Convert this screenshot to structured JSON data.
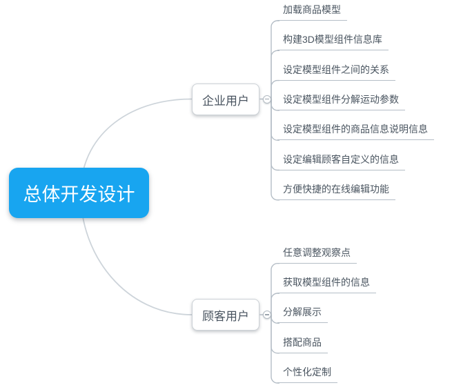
{
  "root": {
    "label": "总体开发设计"
  },
  "branches": [
    {
      "label": "企业用户",
      "toggle": "collapsed-minus",
      "children": [
        "加载商品模型",
        "构建3D模型组件信息库",
        "设定模型组件之间的关系",
        "设定模型组件分解运动参数",
        "设定模型组件的商品信息说明信息",
        "设定编辑顾客自定义的信息",
        "方便快捷的在线编辑功能"
      ]
    },
    {
      "label": "顾客用户",
      "toggle": "collapsed-minus",
      "children": [
        "任意调整观察点",
        "获取模型组件的信息",
        "分解展示",
        "搭配商品",
        "个性化定制"
      ]
    }
  ],
  "colors": {
    "root_bg": "#18a5f0",
    "root_text": "#ffffff",
    "node_bg": "#ffffff",
    "node_border": "#ccd1d6",
    "node_text": "#48535f",
    "leaf_text": "#4a5560",
    "connector": "#ccd3d9",
    "underline": "#b4bdc6"
  }
}
